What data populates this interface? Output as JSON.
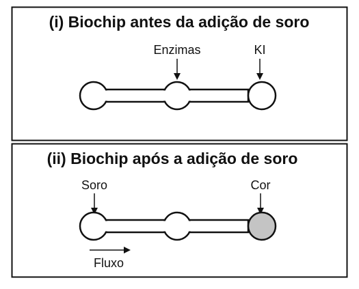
{
  "panel_top": {
    "title": "(i) Biochip antes da adição de soro",
    "labels": {
      "middle": "Enzimas",
      "right": "KI"
    }
  },
  "panel_bottom": {
    "title": "(ii) Biochip após a adição de soro",
    "labels": {
      "left": "Soro",
      "right": "Cor",
      "flow": "Fluxo"
    }
  },
  "colors": {
    "stroke": "#111111",
    "chamber_fill": "#ffffff",
    "colored_chamber_fill": "#c4c4c4"
  }
}
